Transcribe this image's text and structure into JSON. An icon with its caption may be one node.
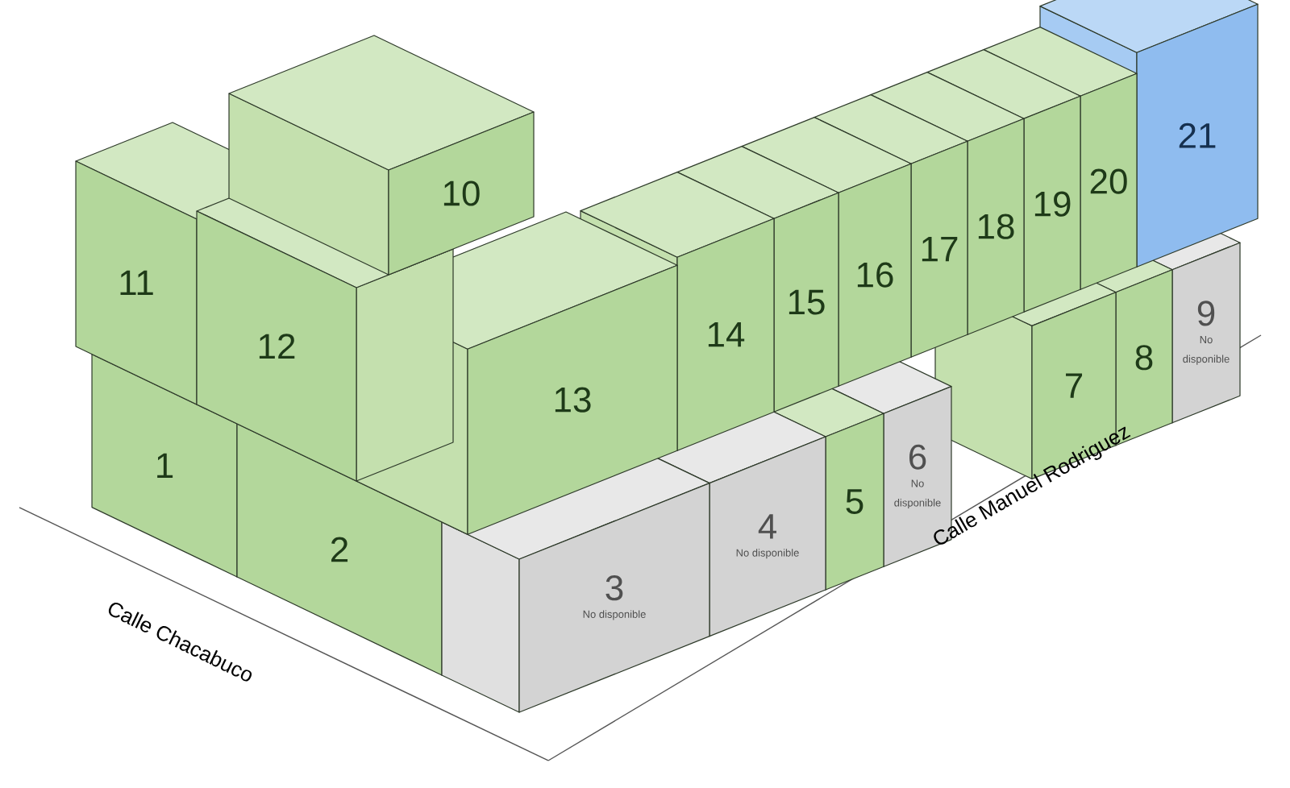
{
  "diagram": {
    "nodes": [
      {
        "text": [
          "1"
        ]
      },
      {
        "text": [
          "2"
        ]
      },
      {
        "text": [
          "3",
          "No disponible"
        ]
      },
      {
        "text": [
          "4",
          "No disponible"
        ]
      },
      {
        "text": [
          "5"
        ]
      },
      {
        "text": [
          "6",
          "No disponible"
        ]
      },
      {
        "text": [
          "7"
        ]
      },
      {
        "text": [
          "8"
        ]
      },
      {
        "text": [
          "9",
          "No disponible"
        ]
      },
      {
        "text": [
          "10"
        ]
      },
      {
        "text": [
          "11"
        ]
      },
      {
        "text": [
          "12"
        ]
      },
      {
        "text": [
          "13"
        ]
      },
      {
        "text": [
          "14"
        ]
      },
      {
        "text": [
          "15"
        ]
      },
      {
        "text": [
          "16"
        ]
      },
      {
        "text": [
          "17"
        ]
      },
      {
        "text": [
          "18"
        ]
      },
      {
        "text": [
          "19"
        ]
      },
      {
        "text": [
          "20"
        ]
      },
      {
        "text": [
          "21"
        ]
      }
    ],
    "labels": [
      "Calle Chacabuco",
      "Calle Manuel Rodriguez"
    ]
  }
}
